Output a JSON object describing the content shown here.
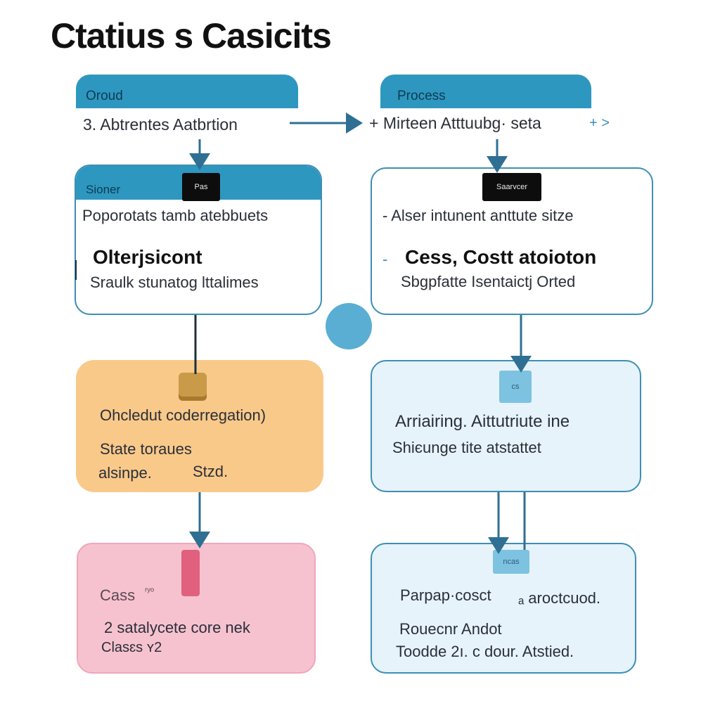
{
  "title": "Ctatius s Casicits",
  "top_left": {
    "tab_label": "Oroud",
    "line": "3. Abtrentes  Aatbrtion"
  },
  "top_right": {
    "tab_label": "Process",
    "line": "+ Mirteen Atttuubg· seta",
    "trail": "+ >"
  },
  "card_left": {
    "header": "Sioner",
    "tag": "Pas",
    "line1": "Poporotats tamb  atebbuets",
    "bold": "Olterjsicont",
    "line2": "Sraulk stunatog lttalimes"
  },
  "card_right": {
    "tag": "Saarvcer",
    "line1": "-  Alser intunent  anttute sitze",
    "bold": "Cess, Costt atoioton",
    "bold_prefix": "-",
    "line2": "Sbgpfatte  Isentaictj  Orted"
  },
  "orange_box": {
    "line1": "Ohcledut coderregation)",
    "line2": "State  toraues",
    "line3a": "alsinpe.",
    "line3b": "Stzd."
  },
  "blue_box_mid": {
    "chip": "cs",
    "line1": "Arriairing. Aittutriute ine",
    "line2": "Shiєunge tite atstattet"
  },
  "pink_box": {
    "line1": "Cass",
    "line1_small": "ʳʸᵒ",
    "line2": "2  satalycete core nek",
    "line3": "Clasɛs ʏ2"
  },
  "blue_box_bottom": {
    "chip": "ncas",
    "line1a": "Parpap·cosct",
    "line1b": "ₐ aroctcuod.",
    "line2": "Rouecnr Andot",
    "line3": "Toodde 2ı. c dour. Atstied."
  },
  "colors": {
    "accent": "#2e97c0",
    "arrow": "#2f6f93",
    "orange": "#f9c98a",
    "pink": "#f7c2cf",
    "light_blue": "#e6f3fa",
    "node": "#5aaed3"
  }
}
